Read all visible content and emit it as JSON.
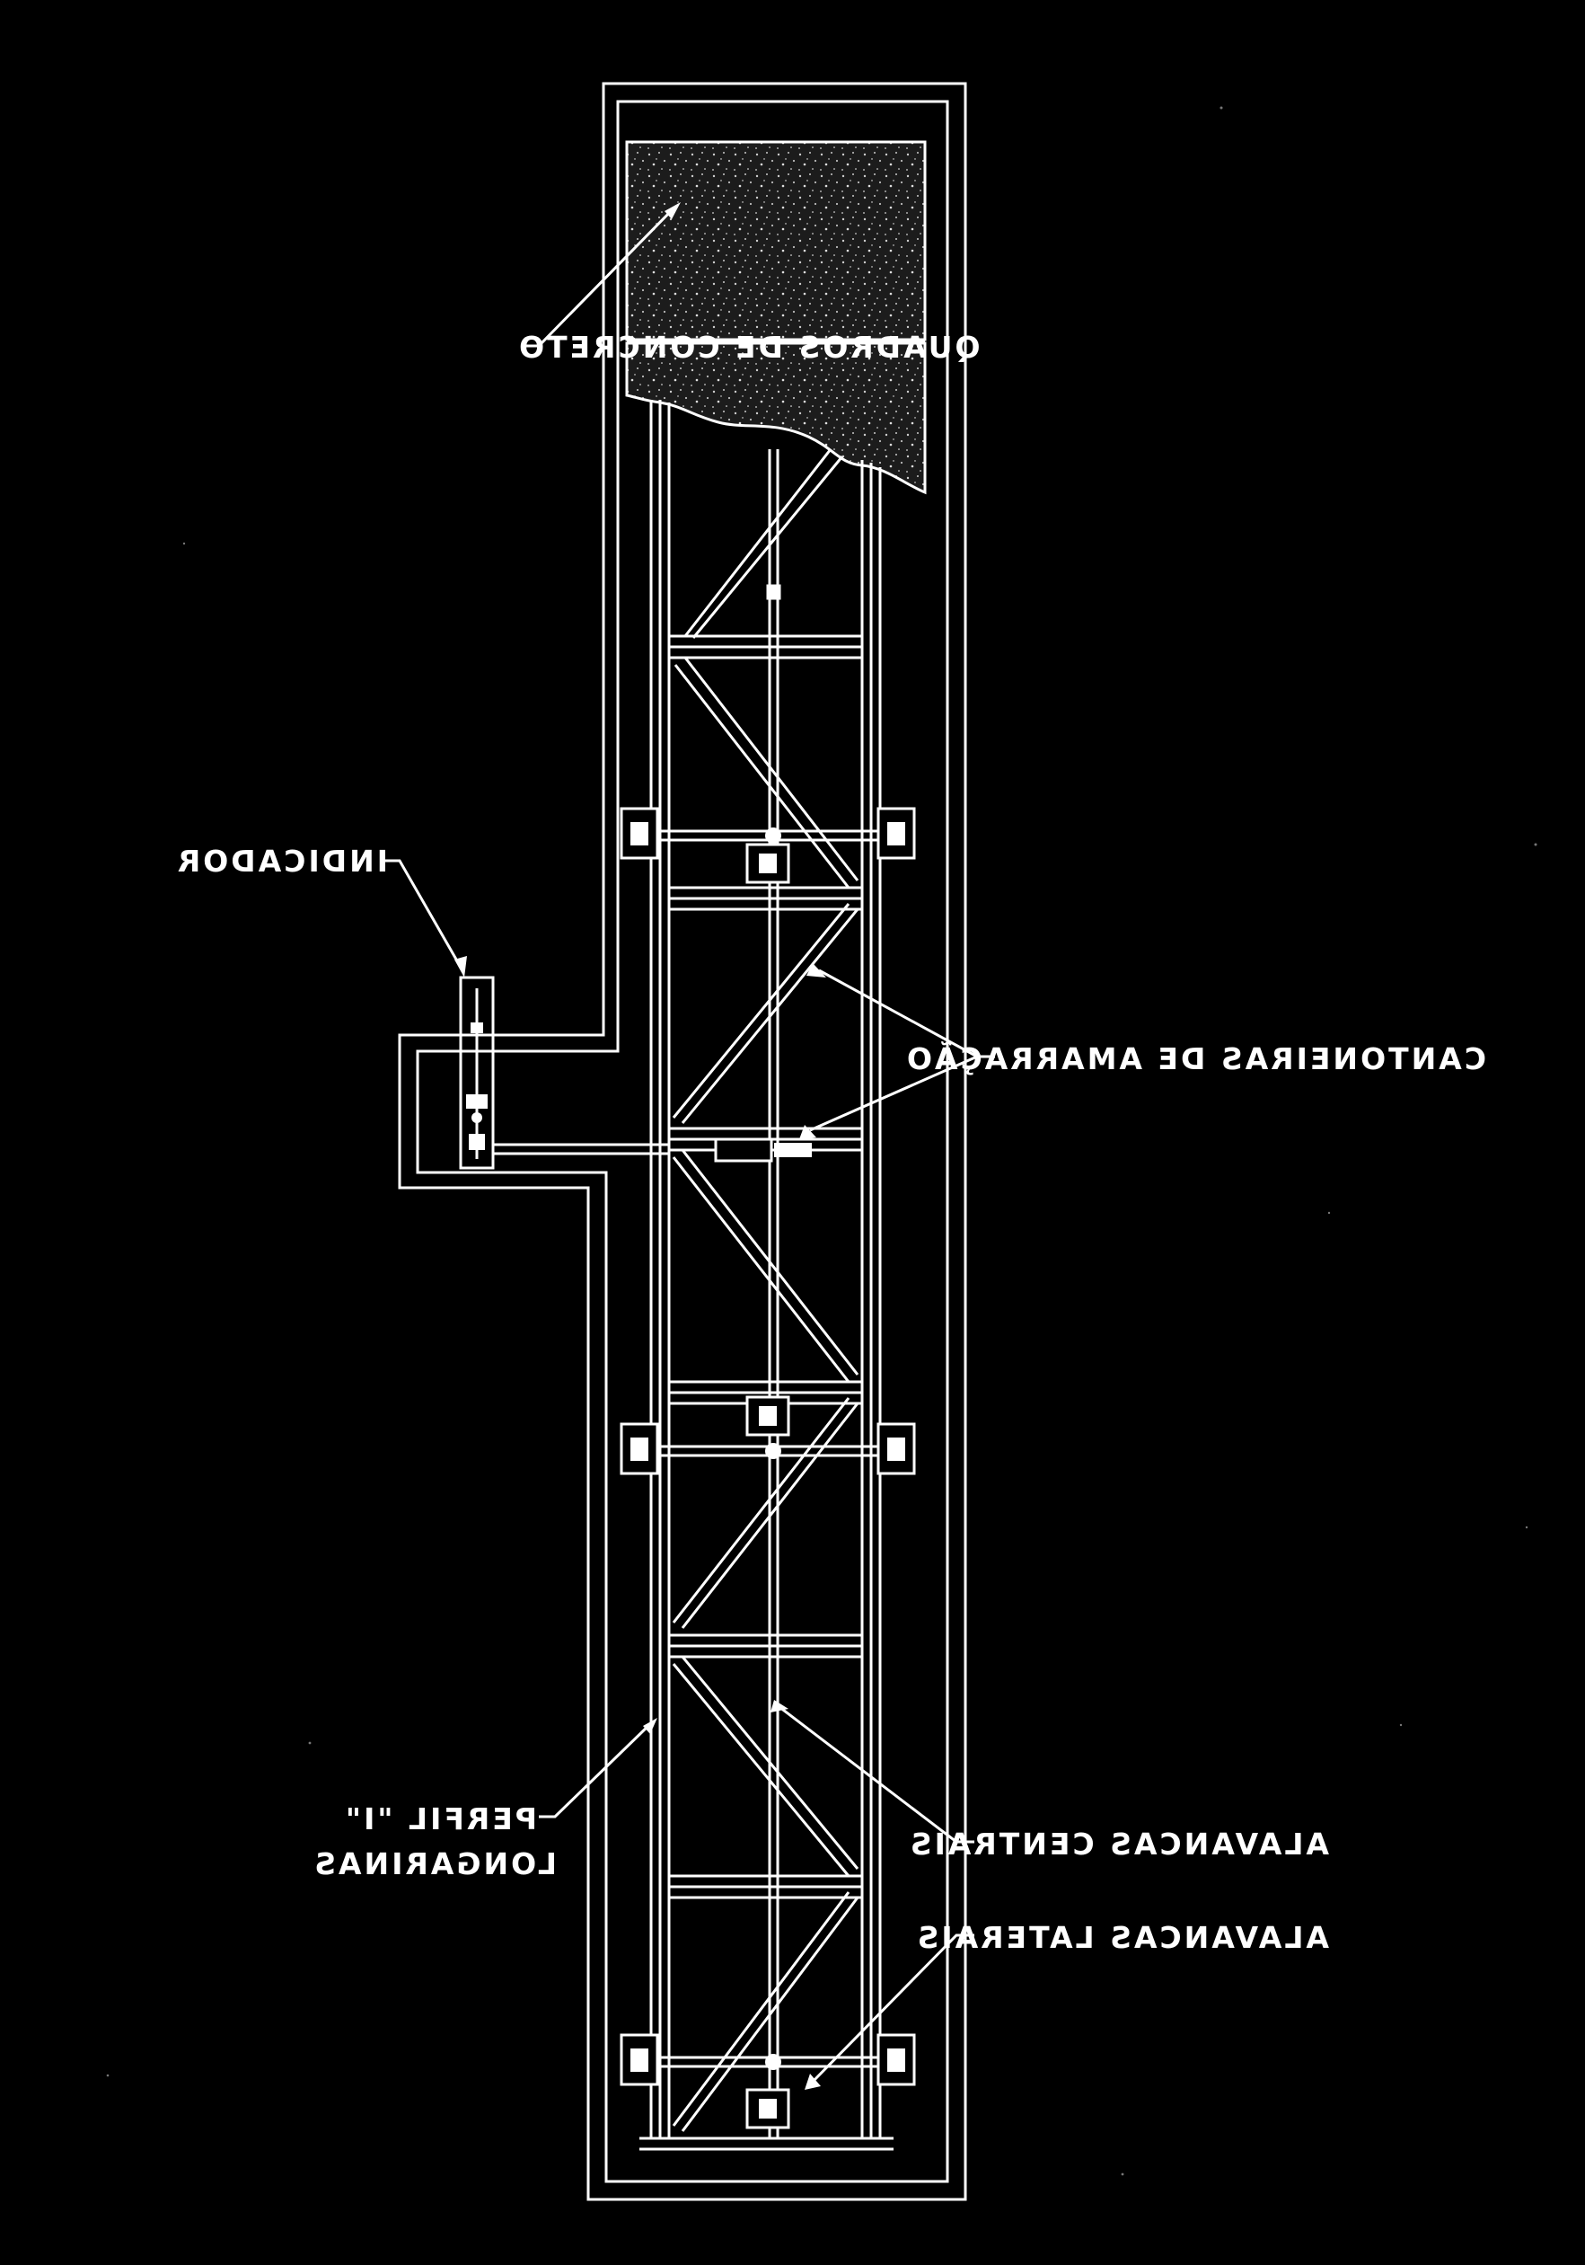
{
  "diagram": {
    "background": "#000000",
    "line_color": "#ffffff",
    "mirrored_horizontally": true,
    "concrete_fill": "#2a2a2a",
    "labels": {
      "quadros": "QUADROS DE CONCRETO",
      "indicador": "INDICADOR",
      "cantoneiras": "CANTONEIRAS DE AMARRAÇÃO",
      "longarinas_line1": "PERFIL \"I\"",
      "longarinas_line2": "LONGARINAS",
      "alavancas_centrais": "ALAVANCAS CENTRAIS",
      "alavancas_laterais": "ALAVANCAS LATERAIS"
    }
  }
}
